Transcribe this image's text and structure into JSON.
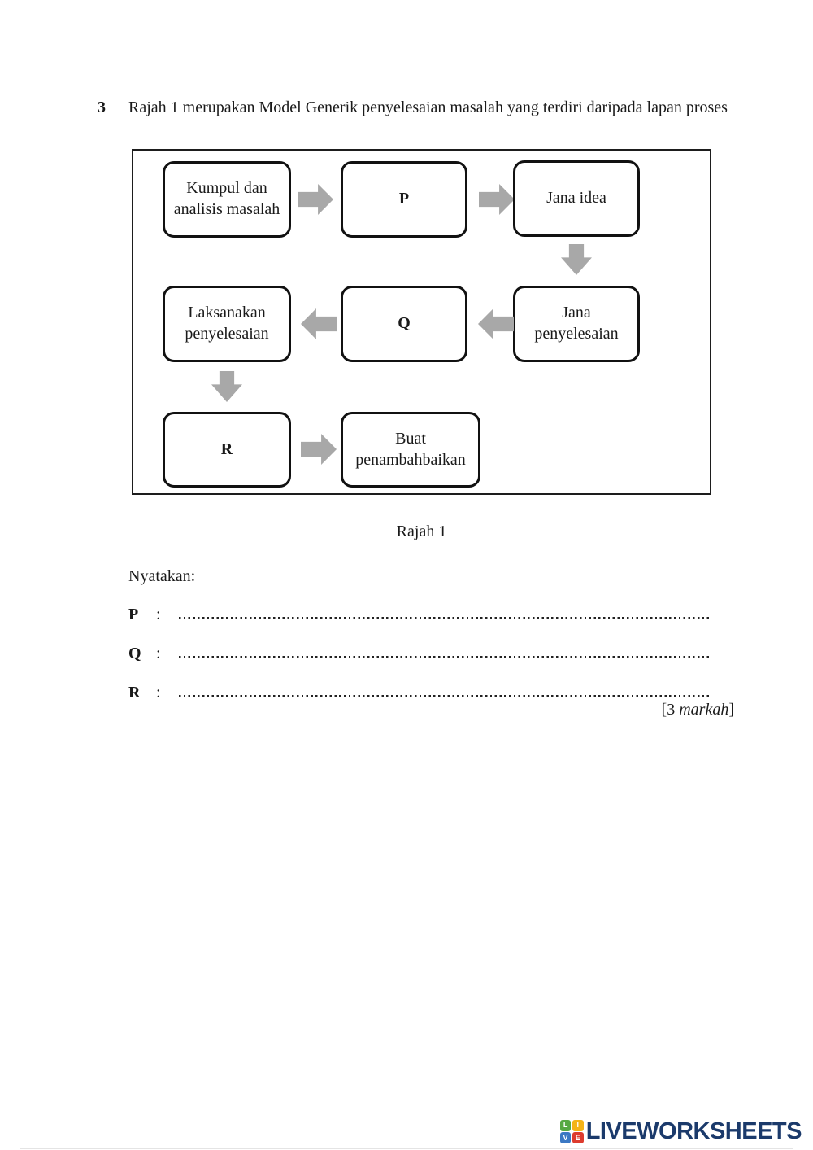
{
  "question": {
    "number": "3",
    "text": "Rajah 1 merupakan Model Generik penyelesaian masalah yang terdiri daripada lapan proses"
  },
  "diagram": {
    "caption": "Rajah 1",
    "arrow_color": "#a8a8a8",
    "nodes": [
      {
        "id": "kumpul-analisis",
        "label": "Kumpul dan\nanalisis masalah"
      },
      {
        "id": "p",
        "label": "P"
      },
      {
        "id": "jana-idea",
        "label": "Jana idea"
      },
      {
        "id": "jana-penyelesaian",
        "label": "Jana\npenyelesaian"
      },
      {
        "id": "q",
        "label": "Q"
      },
      {
        "id": "laksanakan-penyelesaian",
        "label": "Laksanakan\npenyelesaian"
      },
      {
        "id": "r",
        "label": "R"
      },
      {
        "id": "buat-penambahbaikan",
        "label": "Buat\npenambahbaikan"
      }
    ]
  },
  "answers": {
    "prompt": "Nyatakan:",
    "colon": ":",
    "items": [
      {
        "label": "P"
      },
      {
        "label": "Q"
      },
      {
        "label": "R"
      }
    ],
    "marks": {
      "prefix": "[3",
      "word": "markah",
      "suffix": "]"
    }
  },
  "footer": {
    "brand": "LIVEWORKSHEETS",
    "brand_color": "#1b3a6b",
    "logo_letters": [
      "L",
      "I",
      "V",
      "E"
    ],
    "logo_colors": [
      "#56a943",
      "#f4b317",
      "#3b78c3",
      "#dd3b2e"
    ]
  }
}
